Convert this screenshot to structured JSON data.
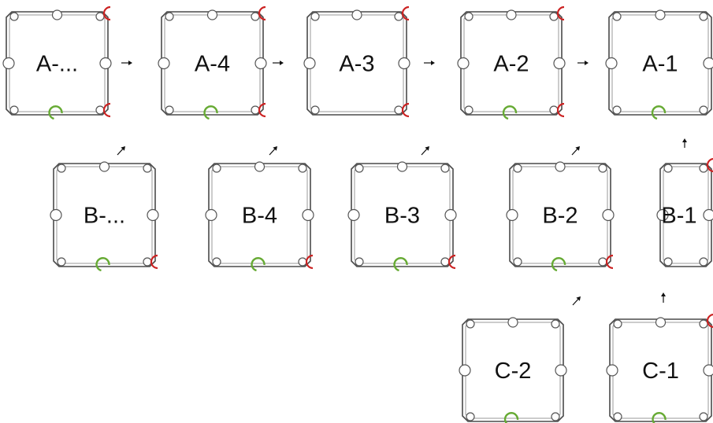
{
  "colors": {
    "frame": "#4a4a4a",
    "frame_inner": "#9a9a9a",
    "male_connector": "#cc2222",
    "female_connector": "#66aa33",
    "text": "#111111"
  },
  "tiles": [
    {
      "id": "tile-a-more",
      "label": "A-...",
      "row": "A"
    },
    {
      "id": "tile-a-4",
      "label": "A-4",
      "row": "A"
    },
    {
      "id": "tile-a-3",
      "label": "A-3",
      "row": "A"
    },
    {
      "id": "tile-a-2",
      "label": "A-2",
      "row": "A"
    },
    {
      "id": "tile-a-1",
      "label": "A-1",
      "row": "A"
    },
    {
      "id": "tile-b-more",
      "label": "B-...",
      "row": "B"
    },
    {
      "id": "tile-b-4",
      "label": "B-4",
      "row": "B"
    },
    {
      "id": "tile-b-3",
      "label": "B-3",
      "row": "B"
    },
    {
      "id": "tile-b-2",
      "label": "B-2",
      "row": "B"
    },
    {
      "id": "tile-b-1",
      "label": "B-1",
      "row": "B"
    },
    {
      "id": "tile-c-2",
      "label": "C-2",
      "row": "C"
    },
    {
      "id": "tile-c-1",
      "label": "C-1",
      "row": "C"
    }
  ],
  "arrows": [
    {
      "id": "arrow-a-more-to-a-4",
      "direction": "right"
    },
    {
      "id": "arrow-a-4-to-a-3",
      "direction": "right"
    },
    {
      "id": "arrow-a-3-to-a-2",
      "direction": "right"
    },
    {
      "id": "arrow-a-2-to-a-1",
      "direction": "right"
    },
    {
      "id": "arrow-b-more-to-a-4",
      "direction": "up-right"
    },
    {
      "id": "arrow-b-4-to-a-3",
      "direction": "up-right"
    },
    {
      "id": "arrow-b-3-to-a-2",
      "direction": "up-right"
    },
    {
      "id": "arrow-b-2-to-a-1",
      "direction": "up-right"
    },
    {
      "id": "arrow-b-1-to-a-1",
      "direction": "up"
    },
    {
      "id": "arrow-c-2-to-b-1",
      "direction": "up-right"
    },
    {
      "id": "arrow-c-1-to-b-1",
      "direction": "up"
    }
  ]
}
